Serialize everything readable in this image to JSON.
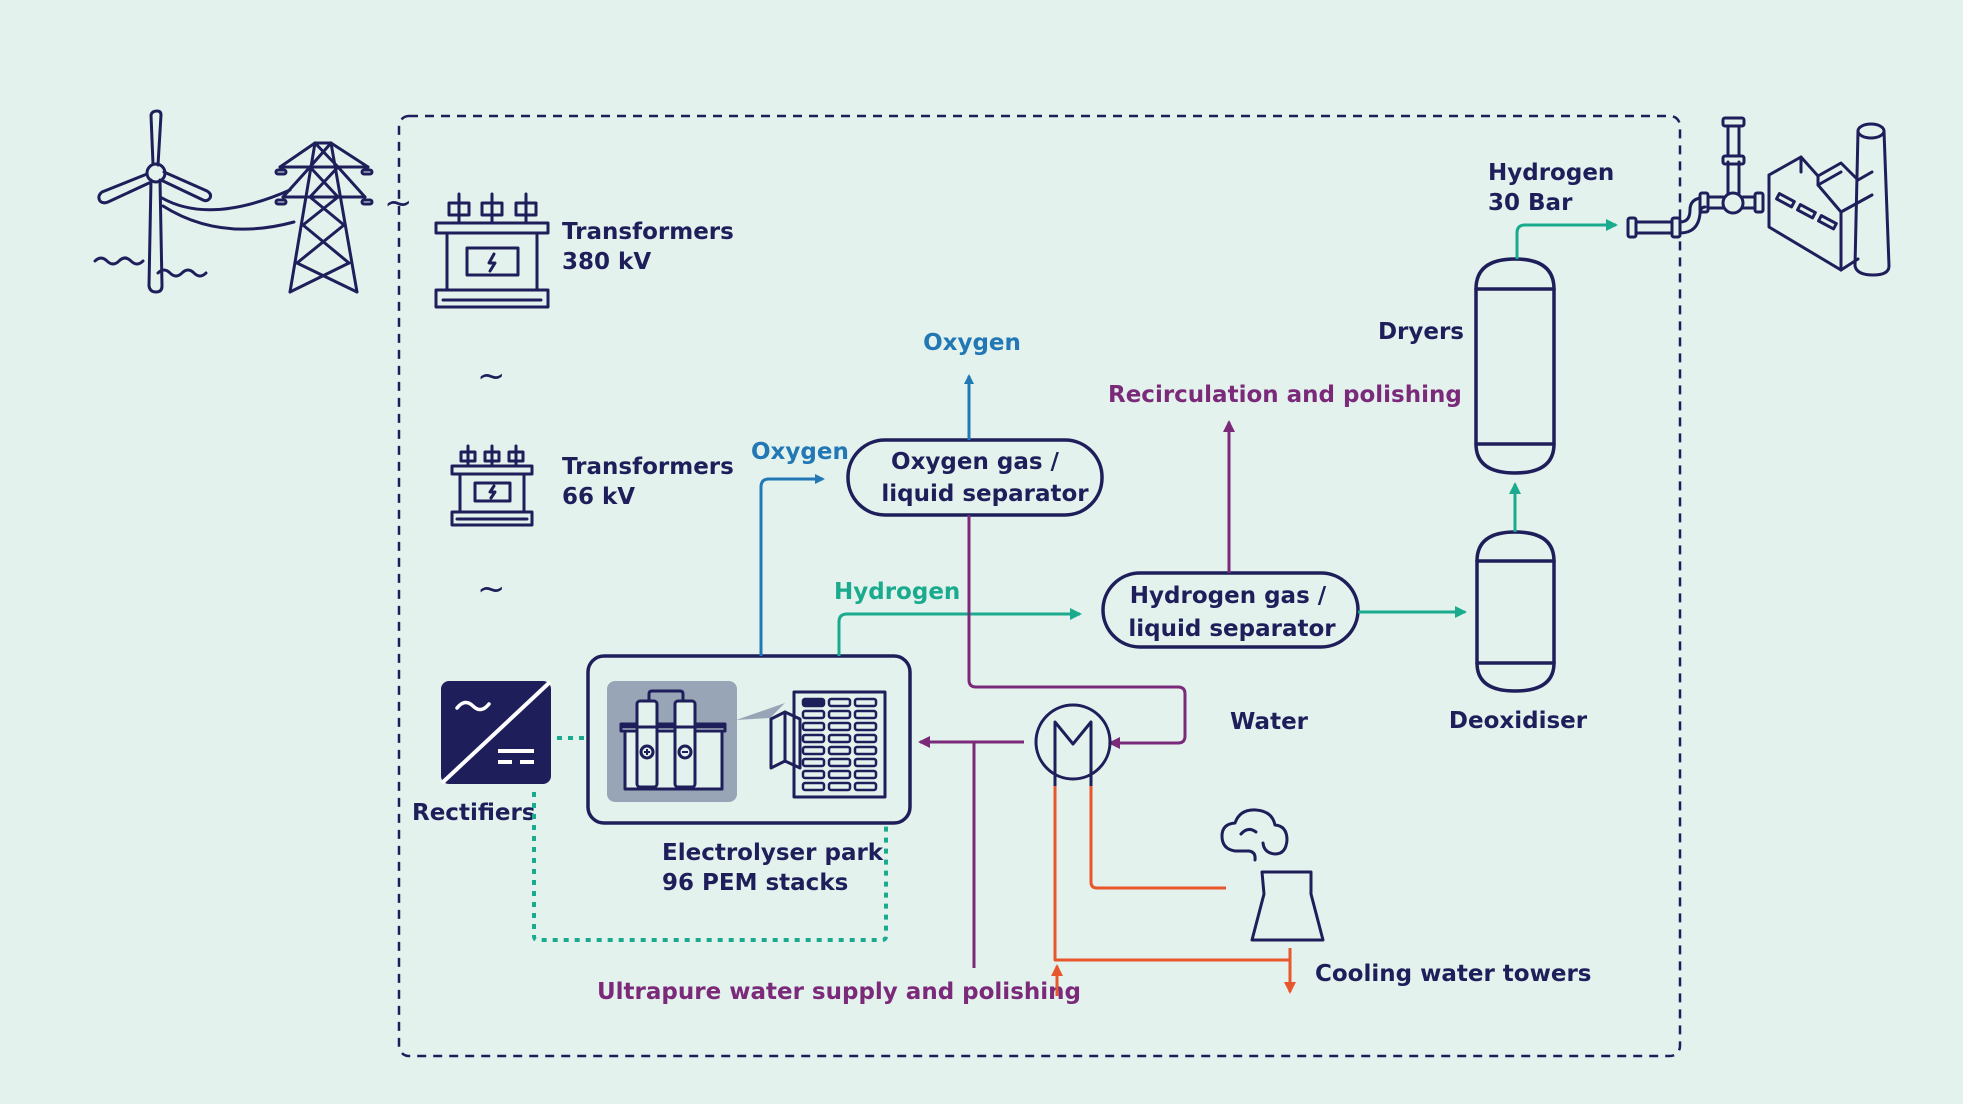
{
  "diagram": {
    "title": "Hydrogen production plant process flow",
    "colors": {
      "background": "#e4f2ee",
      "equipment": "#1e1f5a",
      "oxygen": "#2178b4",
      "hydrogen": "#1aab8f",
      "water": "#7b2a7a",
      "cooling": "#e8572b"
    },
    "external": {
      "wind_turbine": "wind-turbine-icon",
      "pylon": "power-pylon-icon",
      "pipeline": "pipeline-icon",
      "factory": "factory-icon"
    },
    "nodes": {
      "transformers_380": {
        "line1": "Transformers",
        "line2": "380 kV"
      },
      "transformers_66": {
        "line1": "Transformers",
        "line2": "66 kV"
      },
      "rectifiers": {
        "label": "Rectifiers"
      },
      "electrolyser": {
        "line1": "Electrolyser park",
        "line2": "96 PEM stacks"
      },
      "oxygen_separator": {
        "line1": "Oxygen gas /",
        "line2": "liquid separator"
      },
      "hydrogen_separator": {
        "line1": "Hydrogen gas /",
        "line2": "liquid separator"
      },
      "deoxidiser": {
        "label": "Deoxidiser"
      },
      "dryers": {
        "label": "Dryers"
      },
      "heat_exchanger": {
        "label": ""
      },
      "cooling_towers": {
        "label": "Cooling water towers"
      }
    },
    "flow_labels": {
      "oxygen_to_separator": "Oxygen",
      "oxygen_out": "Oxygen",
      "hydrogen_to_separator": "Hydrogen",
      "recirculation": "Recirculation and polishing",
      "water": "Water",
      "ultrapure": "Ultrapure water supply and polishing",
      "hydrogen_out_line1": "Hydrogen",
      "hydrogen_out_line2": "30 Bar"
    },
    "ac_symbol": "~"
  }
}
